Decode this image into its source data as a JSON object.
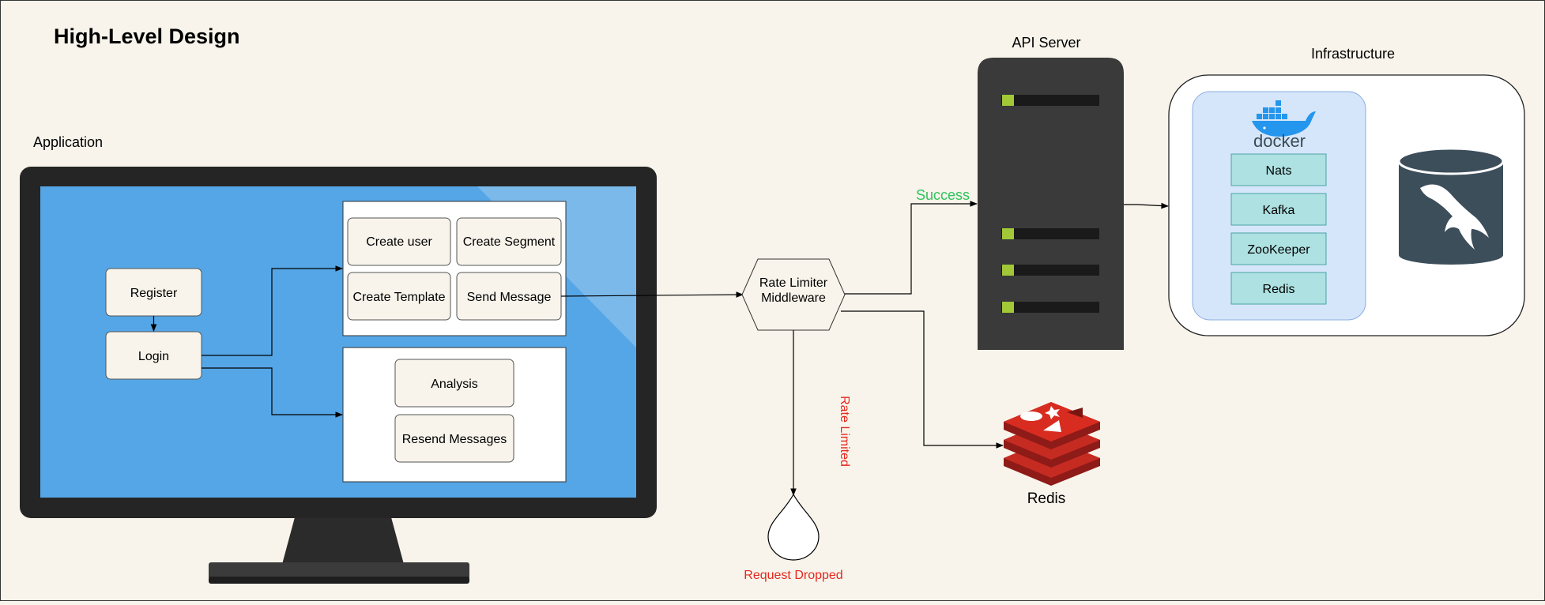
{
  "title": "High-Level Design",
  "application": {
    "label": "Application",
    "auth": {
      "register": "Register",
      "login": "Login"
    },
    "actions": [
      "Create user",
      "Create Segment",
      "Create Template",
      "Send Message"
    ],
    "reports": [
      "Analysis",
      "Resend Messages"
    ]
  },
  "rate_limiter": {
    "line1": "Rate Limiter",
    "line2": "Middleware"
  },
  "edges": {
    "success": "Success",
    "rate_limited": "Rate Limited"
  },
  "request_dropped": "Request Dropped",
  "api_server": {
    "label": "API Server"
  },
  "redis_cache": {
    "label": "Redis"
  },
  "infrastructure": {
    "label": "Infrastructure",
    "docker_wordmark": "docker",
    "services": [
      "Nats",
      "Kafka",
      "ZooKeeper",
      "Redis"
    ]
  },
  "colors": {
    "background": "#f8f4eb",
    "screen_blue": "#55a6e6",
    "monitor_frame": "#2a2a2a",
    "server_body": "#3a3a3a",
    "server_led": "#a2c837",
    "success_green": "#2ec35c",
    "drop_red": "#e5281e",
    "redis_red": "#c62b22",
    "docker_panel": "#d6e6fa",
    "service_box": "#aee1e2",
    "database": "#3d4e5b",
    "docker_blue": "#2496ed"
  },
  "icons": [
    "docker-logo-icon",
    "mysql-database-icon",
    "redis-logo-icon",
    "server-rack-icon",
    "monitor-icon",
    "droplet-icon"
  ]
}
